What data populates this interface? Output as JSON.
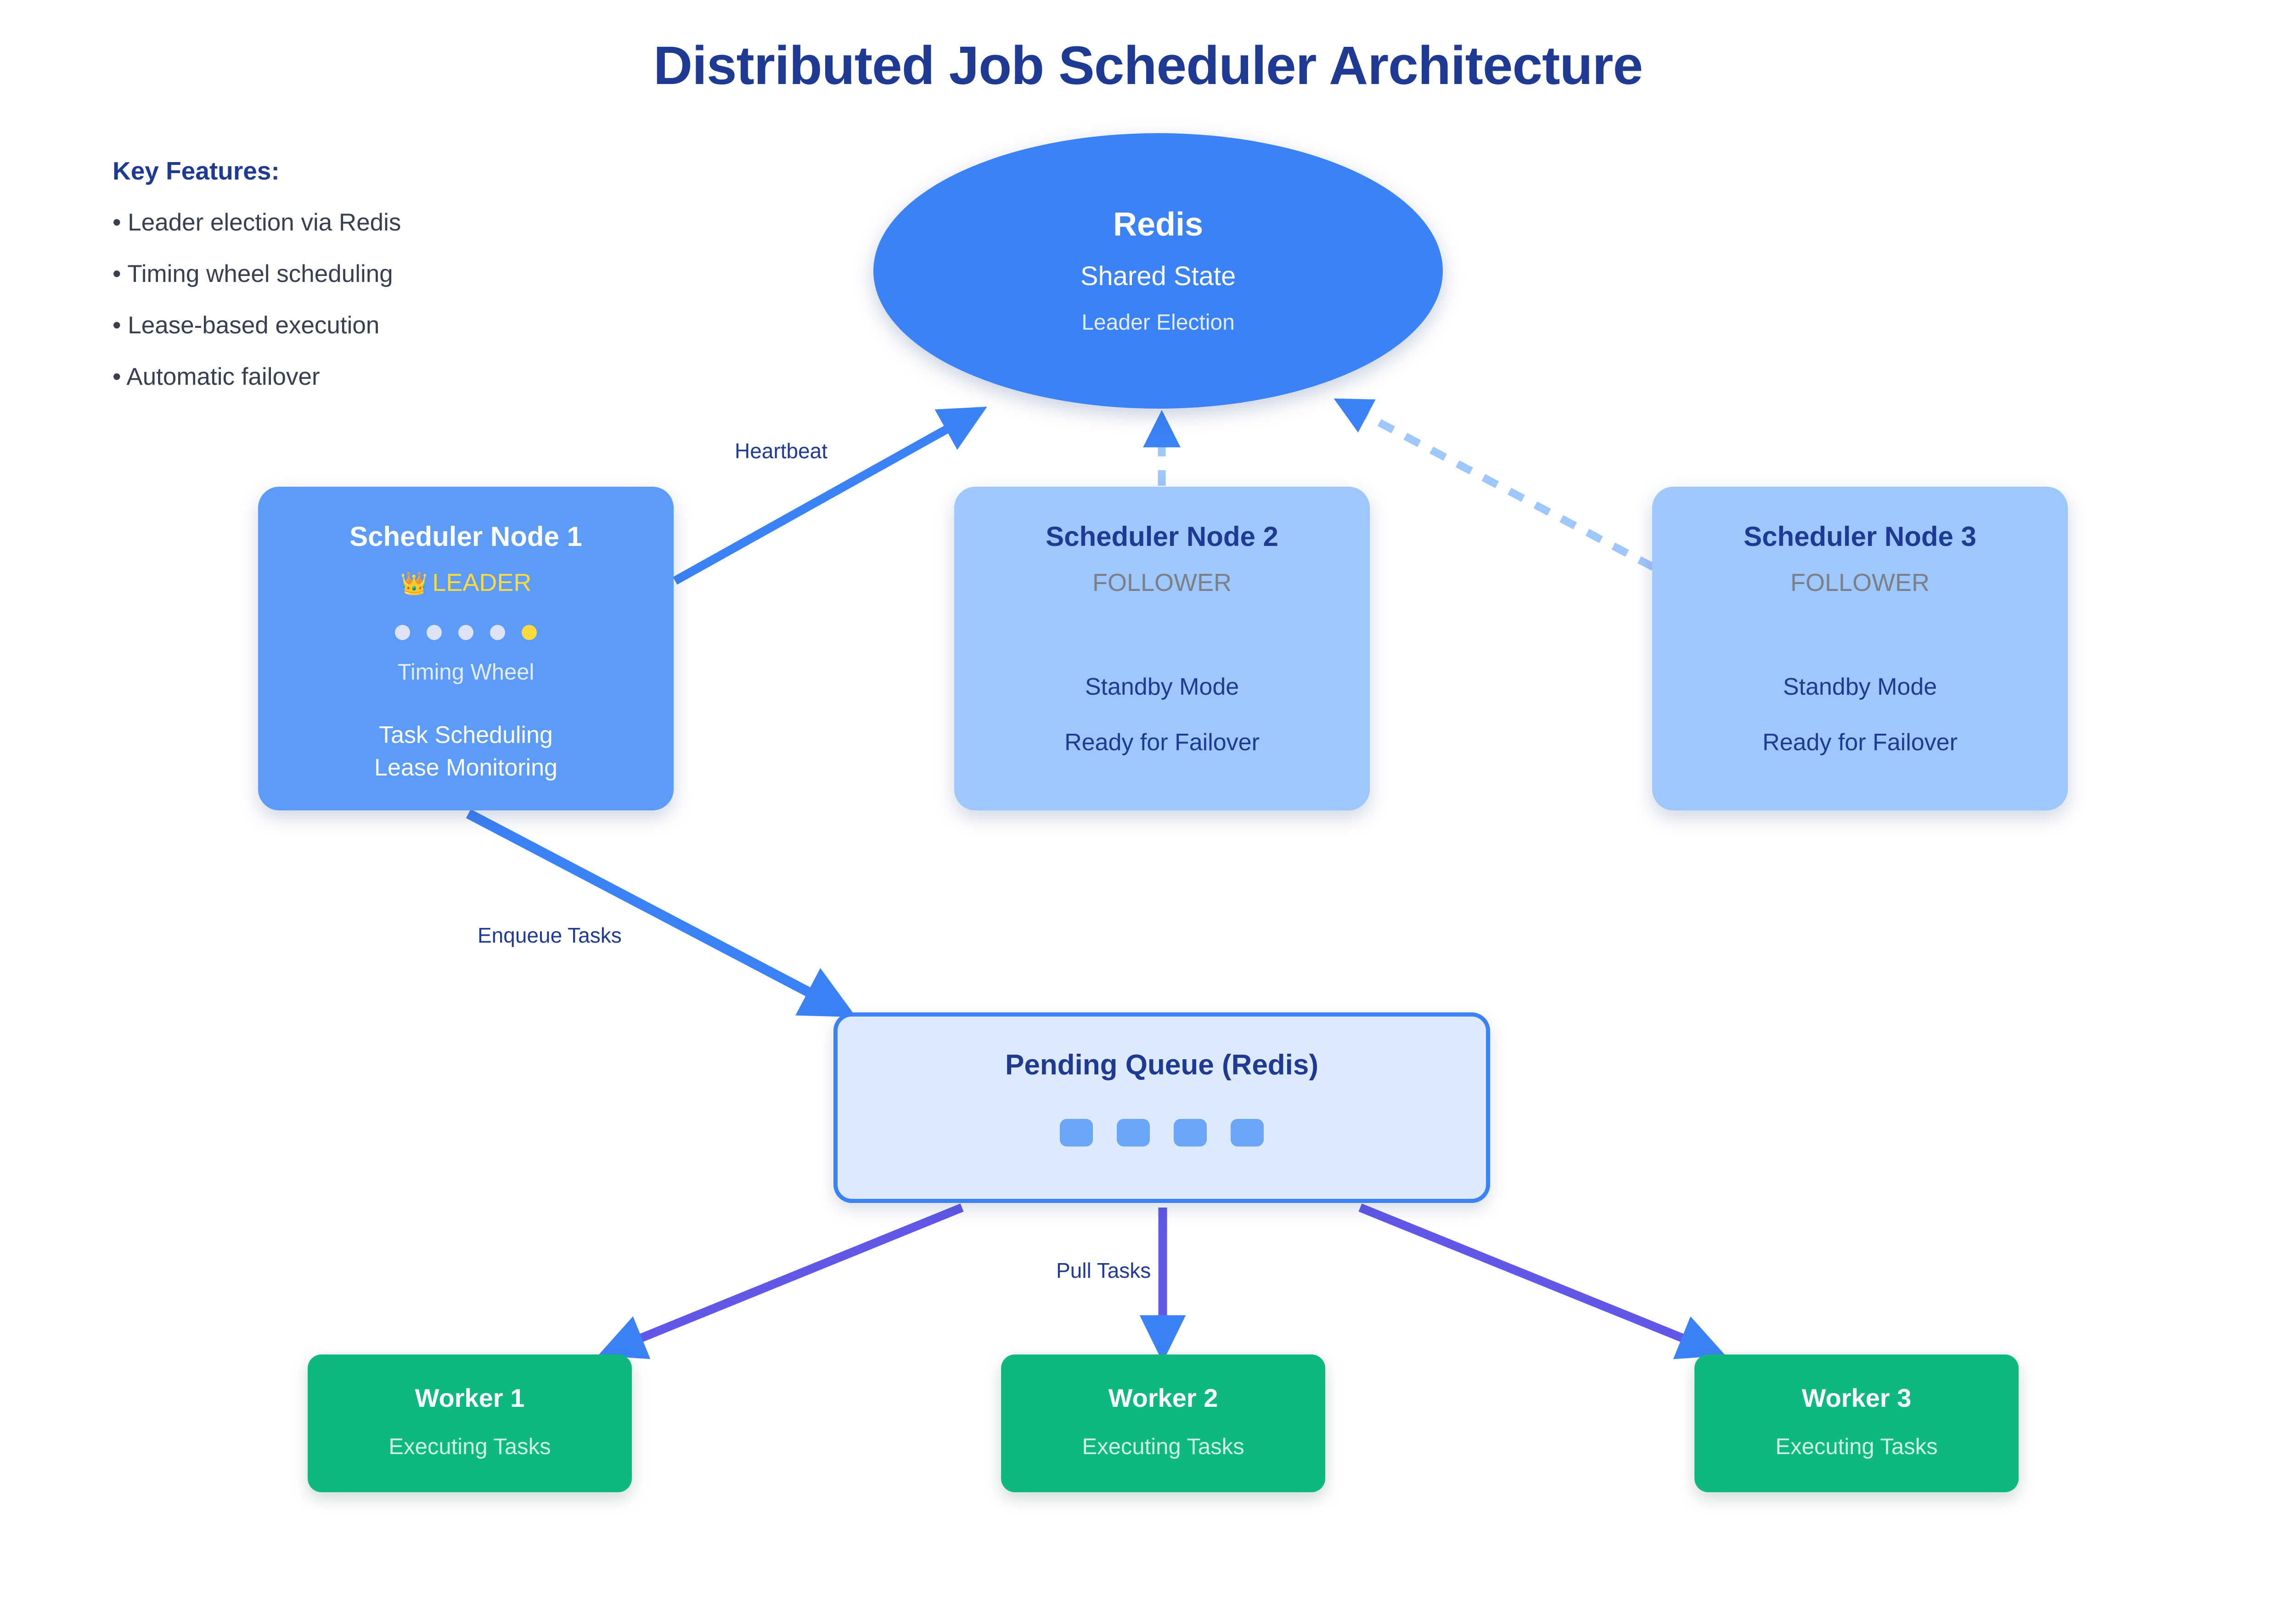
{
  "title": "Distributed Job Scheduler Architecture",
  "features": {
    "heading": "Key Features:",
    "items": [
      "• Leader election via Redis",
      "• Timing wheel scheduling",
      "• Lease-based execution",
      "• Automatic failover"
    ]
  },
  "redis": {
    "title": "Redis",
    "sub1": "Shared State",
    "sub2": "Leader Election"
  },
  "schedulers": [
    {
      "title": "Scheduler Node 1",
      "role": "LEADER",
      "crown": "👑",
      "wheel_label": "Timing Wheel",
      "line1": "Task Scheduling",
      "line2": "Lease Monitoring",
      "dots": 5,
      "active_dot_index": 4
    },
    {
      "title": "Scheduler Node 2",
      "role": "FOLLOWER",
      "line1": "Standby Mode",
      "line2": "Ready for Failover"
    },
    {
      "title": "Scheduler Node 3",
      "role": "FOLLOWER",
      "line1": "Standby Mode",
      "line2": "Ready for Failover"
    }
  ],
  "queue": {
    "title": "Pending Queue (Redis)",
    "task_count": 4
  },
  "workers": [
    {
      "title": "Worker 1",
      "sub": "Executing Tasks"
    },
    {
      "title": "Worker 2",
      "sub": "Executing Tasks"
    },
    {
      "title": "Worker 3",
      "sub": "Executing Tasks"
    }
  ],
  "edges": {
    "heartbeat": "Heartbeat",
    "enqueue": "Enqueue Tasks",
    "pull": "Pull Tasks"
  },
  "colors": {
    "title_navy": "#1f3a93",
    "redis_blue": "#3b82f6",
    "leader_blue": "#5d9bf8",
    "follower_blue": "#9ec7fb",
    "queue_fill": "#ddeafd",
    "worker_green": "#0fb881",
    "leader_gold": "#fada41",
    "arrow_blue": "#3b82f6",
    "arrow_purple": "#6157e8",
    "dashed_blue": "#9ec7fb"
  }
}
